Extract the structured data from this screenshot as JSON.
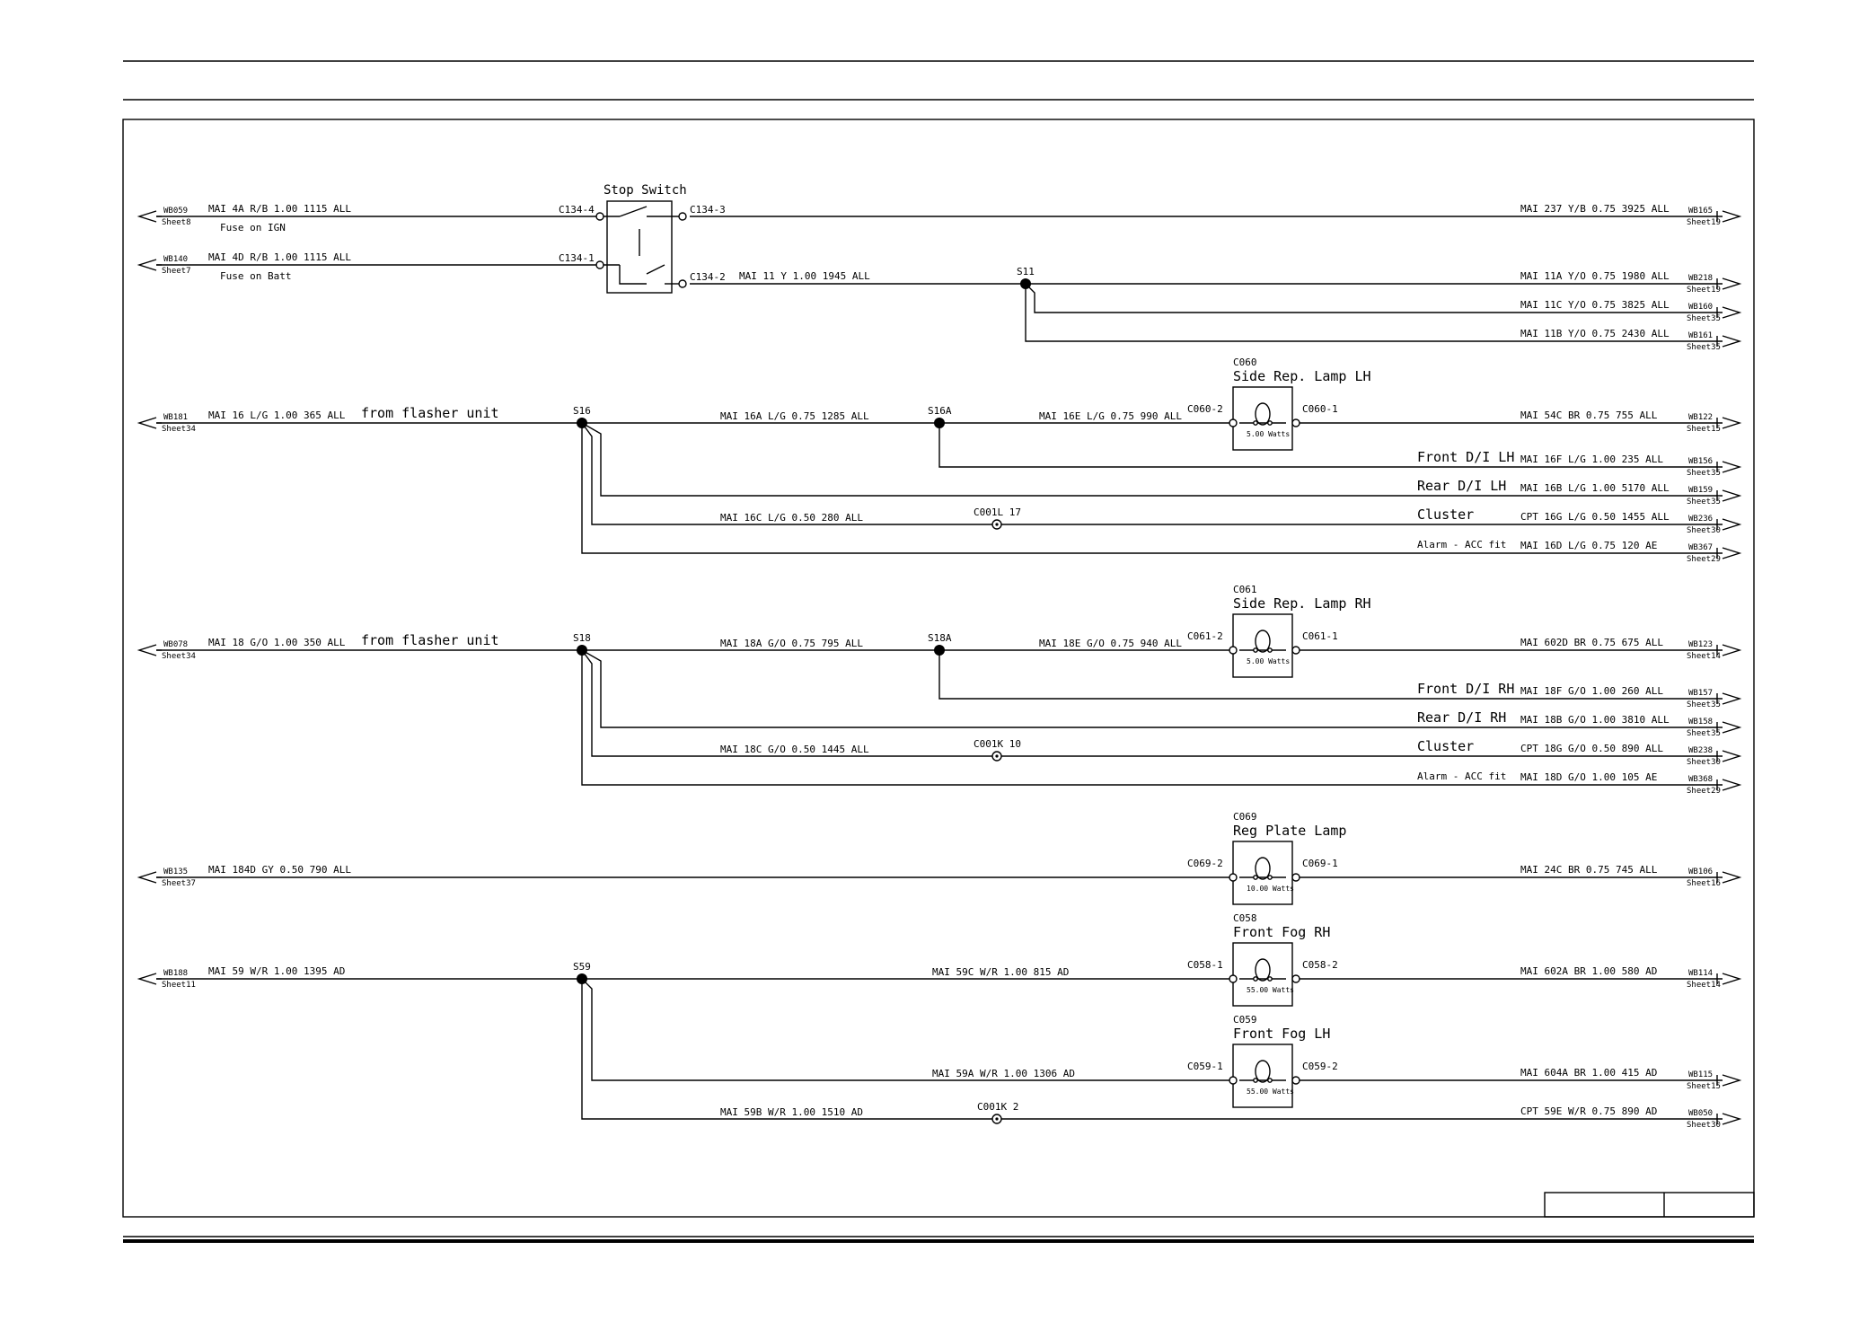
{
  "left_terminals": [
    {
      "id": "WB059",
      "sheet": "Sheet8",
      "wire": "MAI  4A  R/B  1.00  1115  ALL",
      "note": "Fuse on IGN"
    },
    {
      "id": "WB140",
      "sheet": "Sheet7",
      "wire": "MAI  4D  R/B  1.00  1115  ALL",
      "note": "Fuse on Batt"
    },
    {
      "id": "WB181",
      "sheet": "Sheet34",
      "wire": "MAI   16  L/G  1.00  365  ALL",
      "note": "from flasher unit"
    },
    {
      "id": "WB078",
      "sheet": "Sheet34",
      "wire": "MAI   18  G/O  1.00  350  ALL",
      "note": "from flasher unit"
    },
    {
      "id": "WB135",
      "sheet": "Sheet37",
      "wire": "MAI   184D  GY  0.50  790  ALL",
      "note": ""
    },
    {
      "id": "WB188",
      "sheet": "Sheet11",
      "wire": "MAI   59  W/R  1.00  1395  AD",
      "note": ""
    }
  ],
  "right_terminals": [
    {
      "id": "WB165",
      "sheet": "Sheet19",
      "wire": "MAI  237  Y/B  0.75  3925  ALL",
      "label": ""
    },
    {
      "id": "WB218",
      "sheet": "Sheet19",
      "wire": "MAI  11A  Y/O  0.75  1980  ALL",
      "label": ""
    },
    {
      "id": "WB160",
      "sheet": "Sheet35",
      "wire": "MAI  11C  Y/O  0.75  3825  ALL",
      "label": ""
    },
    {
      "id": "WB161",
      "sheet": "Sheet35",
      "wire": "MAI  11B  Y/O  0.75  2430  ALL",
      "label": ""
    },
    {
      "id": "WB122",
      "sheet": "Sheet15",
      "wire": "MAI  54C  BR  0.75  755  ALL",
      "label": ""
    },
    {
      "id": "WB156",
      "sheet": "Sheet35",
      "wire": "MAI  16F  L/G  1.00  235  ALL",
      "label": "Front D/I LH"
    },
    {
      "id": "WB159",
      "sheet": "Sheet35",
      "wire": "MAI  16B  L/G  1.00  5170  ALL",
      "label": "Rear D/I LH"
    },
    {
      "id": "WB236",
      "sheet": "Sheet30",
      "wire": "CPT  16G  L/G  0.50  1455  ALL",
      "label": "Cluster"
    },
    {
      "id": "WB367",
      "sheet": "Sheet29",
      "wire": "MAI  16D  L/G  0.75  120  AE",
      "label": "Alarm - ACC fit"
    },
    {
      "id": "WB123",
      "sheet": "Sheet14",
      "wire": "MAI  602D  BR  0.75  675  ALL",
      "label": ""
    },
    {
      "id": "WB157",
      "sheet": "Sheet35",
      "wire": "MAI  18F  G/O  1.00  260  ALL",
      "label": "Front D/I RH"
    },
    {
      "id": "WB158",
      "sheet": "Sheet35",
      "wire": "MAI  18B  G/O  1.00  3810  ALL",
      "label": "Rear D/I RH"
    },
    {
      "id": "WB238",
      "sheet": "Sheet30",
      "wire": "CPT  18G  G/O  0.50  890  ALL",
      "label": "Cluster"
    },
    {
      "id": "WB368",
      "sheet": "Sheet29",
      "wire": "MAI  18D  G/O  1.00  105  AE",
      "label": "Alarm - ACC fit"
    },
    {
      "id": "WB106",
      "sheet": "Sheet16",
      "wire": "MAI  24C  BR  0.75  745  ALL",
      "label": ""
    },
    {
      "id": "WB114",
      "sheet": "Sheet14",
      "wire": "MAI  602A  BR  1.00  580  AD",
      "label": ""
    },
    {
      "id": "WB115",
      "sheet": "Sheet15",
      "wire": "MAI  604A  BR  1.00  415  AD",
      "label": ""
    },
    {
      "id": "WB050",
      "sheet": "Sheet30",
      "wire": "CPT  59E  W/R  0.75  890  AD",
      "label": ""
    }
  ],
  "switch": {
    "title": "Stop Switch",
    "pins": [
      "C134-4",
      "C134-1",
      "C134-3",
      "C134-2"
    ]
  },
  "splices": [
    "S11",
    "S16",
    "S16A",
    "S18",
    "S18A",
    "S59"
  ],
  "lamps": [
    {
      "code": "C060",
      "name": "Side Rep. Lamp LH",
      "watts": "5.00 Watts",
      "pin_in": "C060-2",
      "pin_out": "C060-1"
    },
    {
      "code": "C061",
      "name": "Side Rep. Lamp RH",
      "watts": "5.00 Watts",
      "pin_in": "C061-2",
      "pin_out": "C061-1"
    },
    {
      "code": "C069",
      "name": "Reg Plate Lamp",
      "watts": "10.00 Watts",
      "pin_in": "C069-2",
      "pin_out": "C069-1"
    },
    {
      "code": "C058",
      "name": "Front Fog RH",
      "watts": "55.00 Watts",
      "pin_in": "C058-1",
      "pin_out": "C058-2"
    },
    {
      "code": "C059",
      "name": "Front Fog LH",
      "watts": "55.00 Watts",
      "pin_in": "C059-1",
      "pin_out": "C059-2"
    }
  ],
  "inline_connectors": [
    "C001L  17",
    "C001K  10",
    "C001K  2"
  ],
  "mid_wires": {
    "w11": "MAI  11  Y  1.00  1945  ALL",
    "w16A": "MAI  16A  L/G  0.75  1285  ALL",
    "w16E": "MAI  16E  L/G  0.75  990  ALL",
    "w16C": "MAI  16C  L/G  0.50  280  ALL",
    "w18A": "MAI  18A  G/O  0.75  795  ALL",
    "w18E": "MAI  18E  G/O  0.75  940  ALL",
    "w18C": "MAI  18C  G/O  0.50  1445  ALL",
    "w59C": "MAI    59C  W/R  1.00  815  AD",
    "w59A": "MAI    59A  W/R  1.00  1306  AD",
    "w59B": "MAI  59B  W/R  1.00  1510  AD"
  }
}
